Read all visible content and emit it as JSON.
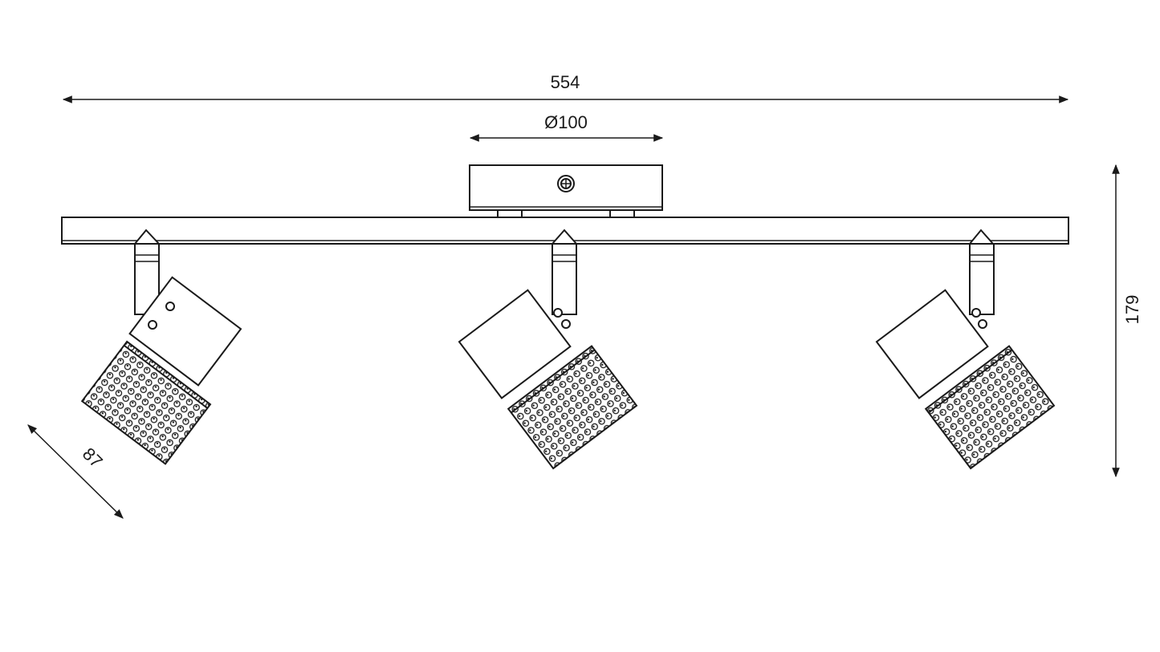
{
  "dimensions": {
    "total_width": "554",
    "canopy_diameter": "Ø100",
    "height": "179",
    "shade_length": "87"
  },
  "colors": {
    "line": "#1a1a1a",
    "background": "#ffffff"
  }
}
